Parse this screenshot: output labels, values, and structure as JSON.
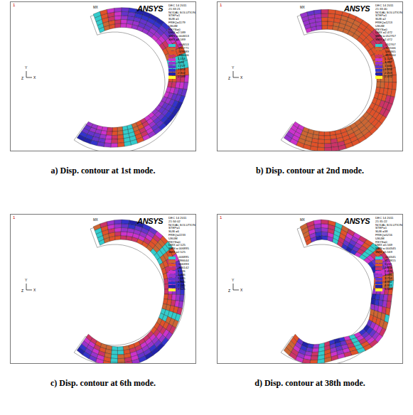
{
  "diagram": {
    "labels": [
      "1",
      "ANSYS",
      "DEC 14 2011",
      "21:33:21",
      "NODAL SOLUTION",
      "STEP=1",
      "SUB =1",
      "FREQ=1179",
      "USUM",
      "RSYS=0",
      "DMX =2.589",
      "SMN =.004653",
      "SMX =2.589",
      "Y",
      "Z",
      "X",
      "MX",
      "a) Disp. contour at 1st mode.",
      "1",
      "ANSYS",
      "DEC 14 2011",
      "21:33:40",
      "NODAL SOLUTION",
      "STEP=1",
      "SUB =2",
      "FREQ=1213",
      "USUM",
      "RSYS=0",
      "DMX =2.472",
      "SMN =.052767",
      "SMX =2.472",
      "Y",
      "Z",
      "X",
      "MX",
      "b) Disp. contour at 2nd mode.",
      "1",
      "ANSYS",
      "DEC 14 2011",
      "21:34:02",
      "NODAL SOLUTION",
      "STEP=1",
      "SUB =6",
      "FREQ=2233",
      "USUM",
      "RSYS=0",
      "DMX =2.525",
      "SMN =.006895",
      "SMX =2.525",
      "Y",
      "Z",
      "X",
      "MX",
      "c) Disp. contour at 6th mode.",
      "1",
      "ANSYS",
      "DEC 14 2011",
      "21:35:22",
      "NODAL SOLUTION",
      "STEP=1",
      "SUB =38",
      "FREQ=5216",
      "USUM",
      "RSYS=0",
      "DMX =5.569",
      "SMN =.004345",
      "SMX =5.569",
      "Y",
      "Z",
      "X",
      "MX",
      "d) Disp. contour at 38th mode."
    ],
    "legend": [
      {
        "text": ".004653",
        "color": "#33cccc"
      },
      {
        "text": ".291771",
        "color": "#cc6633"
      },
      {
        "text": ".578889",
        "color": "#e0522a"
      },
      {
        "text": ".866006",
        "color": "#cc3366"
      },
      {
        "text": "1.153",
        "color": "#cc33cc"
      },
      {
        "text": "1.44",
        "color": "#9933cc"
      },
      {
        "text": "1.727",
        "color": "#6633cc"
      },
      {
        "text": "2.014",
        "color": "#3333cc"
      },
      {
        "text": "2.302",
        "color": "#2222aa"
      },
      {
        "text": "2.589",
        "color": "#ffff33"
      },
      {
        "text": ".052767",
        "color": "#33cccc"
      },
      {
        "text": ".321566",
        "color": "#cc6633"
      },
      {
        "text": ".590365",
        "color": "#e0522a"
      },
      {
        "text": ".859164",
        "color": "#cc3366"
      },
      {
        "text": "1.128",
        "color": "#cc33cc"
      },
      {
        "text": "1.397",
        "color": "#9933cc"
      },
      {
        "text": "1.666",
        "color": "#6633cc"
      },
      {
        "text": "1.934",
        "color": "#3333cc"
      },
      {
        "text": "2.203",
        "color": "#2222aa"
      },
      {
        "text": "2.472",
        "color": "#ffff33"
      },
      {
        "text": ".006895",
        "color": "#33cccc"
      },
      {
        "text": ".286644",
        "color": "#cc6633"
      },
      {
        "text": ".566393",
        "color": "#e0522a"
      },
      {
        "text": ".846142",
        "color": "#cc3366"
      },
      {
        "text": "1.126",
        "color": "#cc33cc"
      },
      {
        "text": "1.406",
        "color": "#9933cc"
      },
      {
        "text": "1.685",
        "color": "#6633cc"
      },
      {
        "text": "1.965",
        "color": "#3333cc"
      },
      {
        "text": "2.245",
        "color": "#2222aa"
      },
      {
        "text": "2.525",
        "color": "#ffff33"
      },
      {
        "text": ".004345",
        "color": "#33cccc"
      },
      {
        "text": ".622815",
        "color": "#cc6633"
      },
      {
        "text": "1.241",
        "color": "#e0522a"
      },
      {
        "text": "1.859",
        "color": "#cc3366"
      },
      {
        "text": "2.478",
        "color": "#cc33cc"
      },
      {
        "text": "3.096",
        "color": "#9933cc"
      },
      {
        "text": "3.714",
        "color": "#6633cc"
      },
      {
        "text": "4.332",
        "color": "#3333cc"
      },
      {
        "text": "4.951",
        "color": "#2222aa"
      },
      {
        "text": "5.569",
        "color": "#ffff33"
      }
    ]
  }
}
